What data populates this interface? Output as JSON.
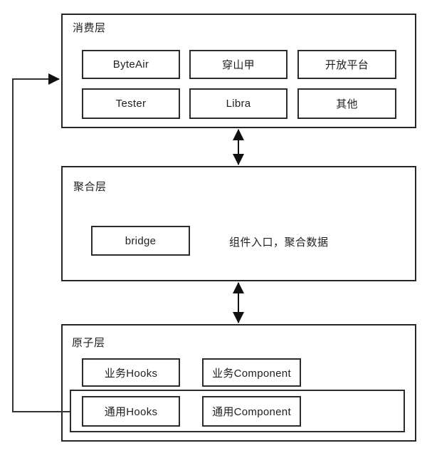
{
  "diagram": {
    "type": "layered-architecture",
    "background_color": "#ffffff",
    "stroke_color": "#262626",
    "text_color": "#1f1f1f",
    "layers": [
      {
        "id": "consumer",
        "title": "消费层",
        "nodes": [
          {
            "label": "ByteAir"
          },
          {
            "label": "穿山甲"
          },
          {
            "label": "开放平台"
          },
          {
            "label": "Tester"
          },
          {
            "label": "Libra"
          },
          {
            "label": "其他"
          }
        ]
      },
      {
        "id": "aggregation",
        "title": "聚合层",
        "nodes": [
          {
            "label": "bridge"
          }
        ],
        "note": "组件入口，聚合数据"
      },
      {
        "id": "atomic",
        "title": "原子层",
        "nodes": [
          {
            "label": "业务Hooks"
          },
          {
            "label": "业务Component"
          }
        ],
        "inner_group": {
          "nodes": [
            {
              "label": "通用Hooks"
            },
            {
              "label": "通用Component"
            }
          ]
        }
      }
    ],
    "connectors": [
      {
        "name": "consumer-aggregation-link",
        "style": "double-arrow-vertical"
      },
      {
        "name": "aggregation-atomic-link",
        "style": "double-arrow-vertical"
      },
      {
        "name": "common-to-consumer-link",
        "style": "single-arrow-elbow"
      }
    ]
  }
}
